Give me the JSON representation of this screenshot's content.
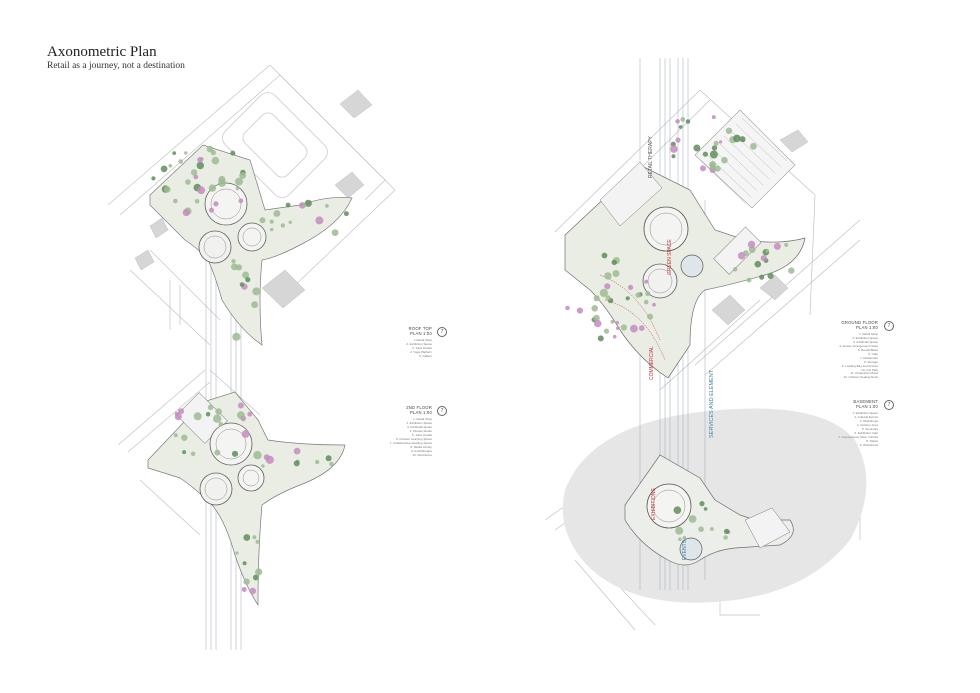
{
  "header": {
    "title": "Axonometric Plan",
    "subtitle": "Retail as a journey, not a destination"
  },
  "labels": {
    "roof_top": {
      "heading": [
        "ROOF TOP",
        "PLAN 1:00"
      ],
      "number": "7",
      "items": [
        "1.Retail Shop",
        "2. Exhibition Space",
        "3. Juice Kiosks",
        "4. Yoga Platform",
        "5. Gallery"
      ]
    },
    "second_floor": {
      "heading": [
        "2ND FLOOR",
        "PLAN 1:00"
      ],
      "number": "7",
      "items": [
        "1. Retail Shop",
        "2. Exhibition Space",
        "3. Art/Retail Space",
        "4. Fitness Studio",
        "5. Juice Kiosks",
        "6. Outdoor Learning Space",
        "7. Collaborative Reading Space",
        "8. Media Library",
        "9. Amphitheatre",
        "10. Mezzanine"
      ]
    },
    "ground_floor": {
      "heading": [
        "GROUND FLOOR",
        "PLAN 1:00"
      ],
      "number": "7",
      "items": [
        "1. Retail Shop",
        "2. Exhibition Space",
        "3. Art/Retail Space",
        "4. Flower Arrangement Class",
        "5. Rental Bikes",
        "6. Cafe",
        "7. Restaurant",
        "8. Storage",
        "9. Loading Bay and Access",
        "10. Car Park",
        "11. Pedestrian Plaza",
        "12. Outdoor Seating Deck"
      ]
    },
    "basement": {
      "heading": [
        "BASEMENT",
        "PLAN 1:00"
      ],
      "number": "7",
      "items": [
        "1. Exhibition Space",
        "2. Cultural Events",
        "3. Workshops",
        "4. Outdoor Area",
        "5. Seminars",
        "6. Exhibition Cafe",
        "7. Convenience Shop / Drinks",
        "8. Toilets",
        "9. Workshops"
      ]
    }
  },
  "annotations": {
    "retail_therapy": "RETAIL THERAPY",
    "green_space": "GREEN SPACE",
    "commercial": "COMMERCIAL",
    "services_and_element": "SERVICES AND ELEMENT",
    "exhibitions": "EXHIBITIONS",
    "events": "EVENTS"
  },
  "colors": {
    "line": "#6a6a6a",
    "light_line": "#b8b8b8",
    "landscape": "#e9ede3",
    "tree": "#9cbb92",
    "tree_dark": "#5f8e5b",
    "blossom": "#c58bbf",
    "shadow": "#e4e4e4",
    "building": "#d4d4d4",
    "red_annotation": "#c8323c",
    "blue_annotation": "#3f7ea8"
  }
}
